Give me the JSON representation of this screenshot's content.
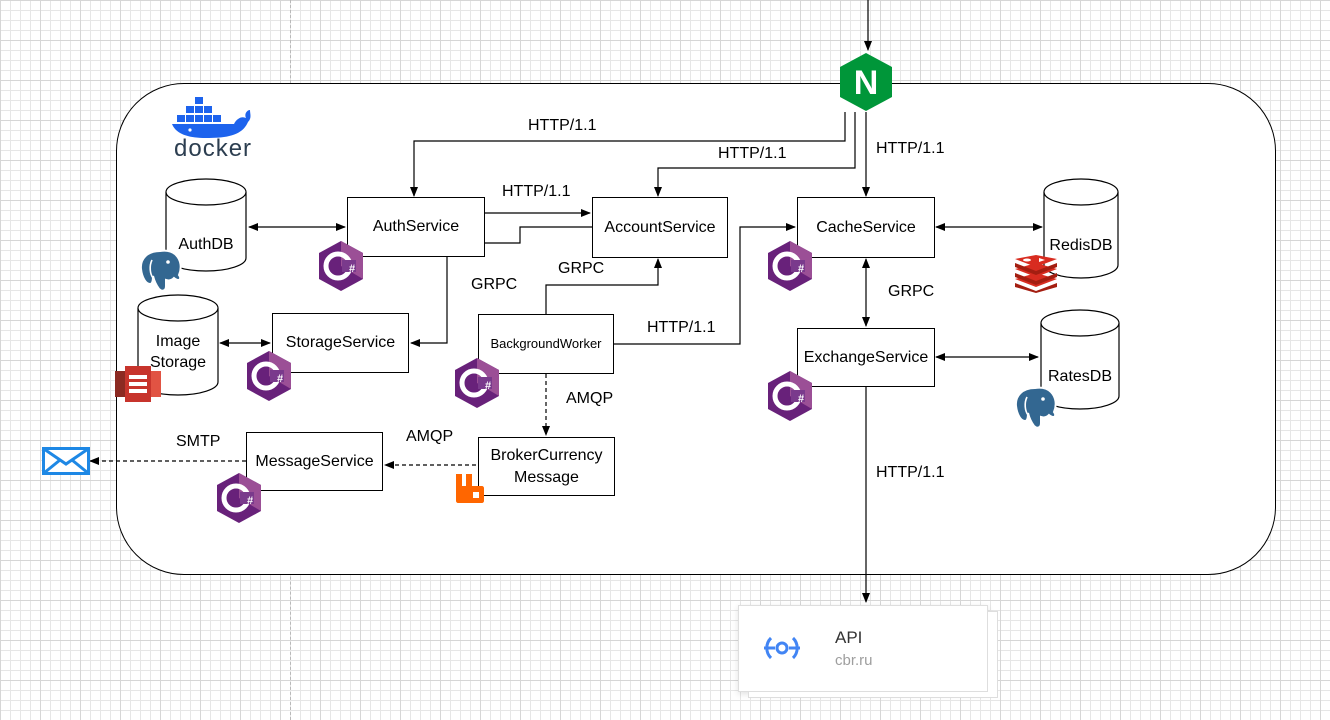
{
  "diagram": {
    "docker_logo_text": "docker",
    "nginx_letter": "N",
    "services": {
      "auth": "AuthService",
      "account": "AccountService",
      "storage": "StorageService",
      "background": "BackgroundWorker",
      "broker_line1": "BrokerCurrency",
      "broker_line2": "Message",
      "message": "MessageService",
      "cache": "CacheService",
      "exchange": "ExchangeService"
    },
    "databases": {
      "auth_db": "AuthDB",
      "image_storage_line1": "Image",
      "image_storage_line2": "Storage",
      "redis_db": "RedisDB",
      "rates_db": "RatesDB"
    },
    "edge_labels": {
      "nginx_to_auth": "HTTP/1.1",
      "nginx_to_account": "HTTP/1.1",
      "nginx_to_cache": "HTTP/1.1",
      "auth_to_account": "HTTP/1.1",
      "account_to_storage": "GRPC",
      "worker_to_account": "GRPC",
      "worker_to_cache": "HTTP/1.1",
      "cache_exchange": "GRPC",
      "worker_to_broker": "AMQP",
      "broker_to_message": "AMQP",
      "message_to_mail": "SMTP",
      "exchange_to_api": "HTTP/1.1"
    },
    "external_api": {
      "title": "API",
      "subtitle": "cbr.ru"
    },
    "colors": {
      "csharp": "#6a1b9a",
      "nginx": "#009639",
      "docker": "#1d63ed",
      "postgres": "#336791",
      "redis": "#d82c20",
      "rabbitmq": "#ff6600",
      "aws_s3": "#c7342c",
      "mail": "#1e88e5",
      "api_icon": "#4285f4"
    },
    "icons": [
      "docker-icon",
      "nginx-icon",
      "csharp-icon",
      "postgresql-icon",
      "redis-icon",
      "rabbitmq-icon",
      "aws-s3-icon",
      "mail-icon",
      "api-icon"
    ]
  }
}
